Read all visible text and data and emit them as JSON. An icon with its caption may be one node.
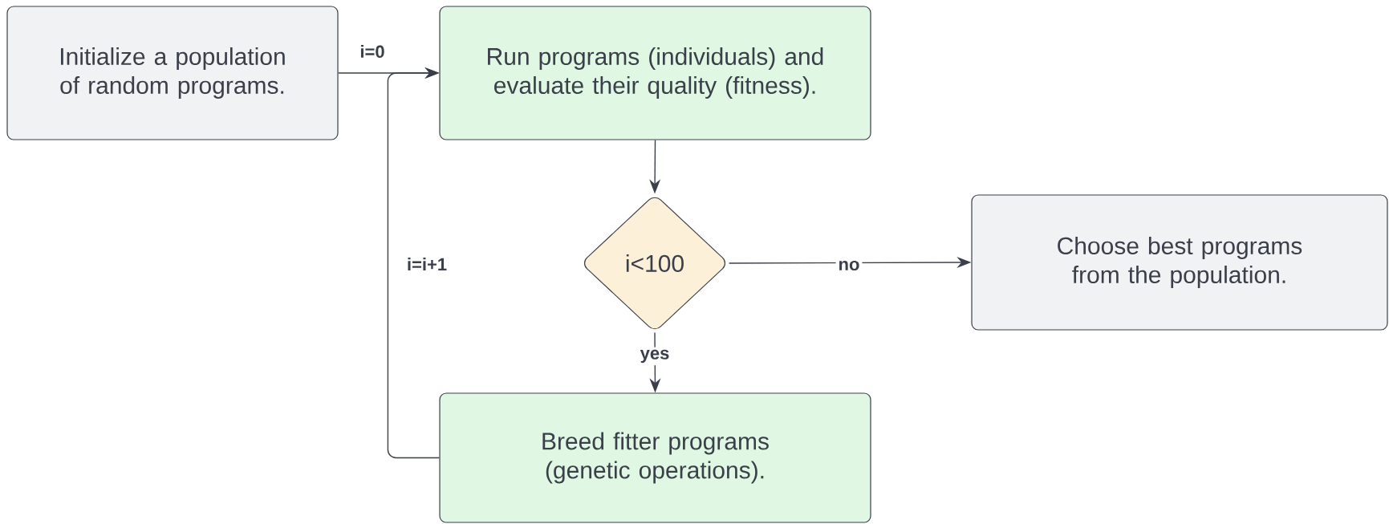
{
  "diagram": {
    "nodes": [
      {
        "text": [
          "Initialize a population of random programs."
        ]
      },
      {
        "text": [
          "Run programs (individuals) and evaluate their quality (fitness)."
        ]
      },
      {
        "text": [
          "i<100"
        ]
      },
      {
        "text": [
          "Choose best programs from the population."
        ]
      },
      {
        "text": [
          "Breed fitter programs (genetic operations)."
        ]
      }
    ],
    "edges": [
      {
        "from": 0,
        "to": 1,
        "arrow": "to",
        "label": "i=0"
      },
      {
        "from": 1,
        "to": 2,
        "arrow": "to"
      },
      {
        "from": 2,
        "to": 3,
        "arrow": "to",
        "label": "no"
      },
      {
        "from": 2,
        "to": 4,
        "arrow": "to",
        "label": "yes"
      },
      {
        "from": 4,
        "to": 1,
        "arrow": "to",
        "label": "i=i+1"
      }
    ]
  }
}
